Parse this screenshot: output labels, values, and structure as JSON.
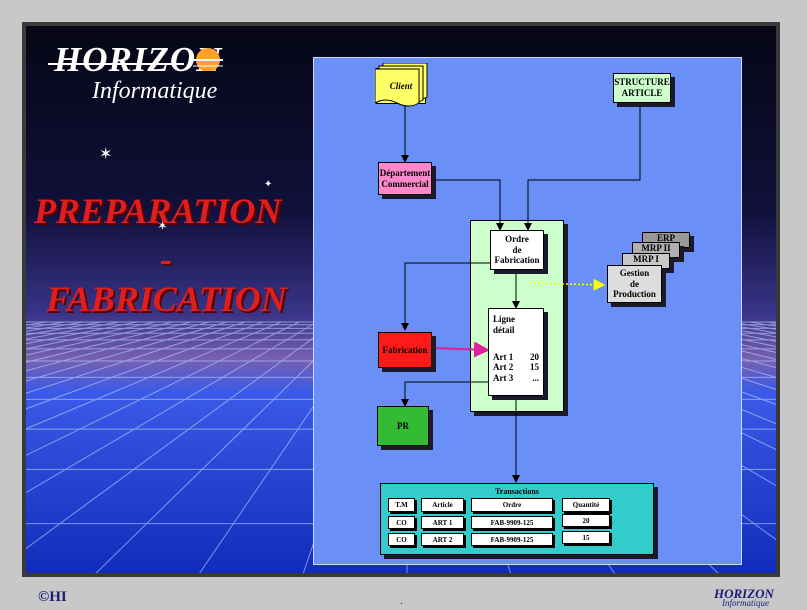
{
  "logo": {
    "name": "HORIZON",
    "sub": "Informatique"
  },
  "title": {
    "line1": "PREPARATION",
    "dash": "-",
    "line2": "FABRICATION"
  },
  "diagram": {
    "client": "Client",
    "structure": [
      "STRUCTURE",
      "ARTICLE"
    ],
    "departement": [
      "Département",
      "Commercial"
    ],
    "ordre": [
      "Ordre",
      "de",
      "Fabrication"
    ],
    "stack": {
      "erp": "ERP",
      "mrp2": "MRP II",
      "mrp1": "MRP I",
      "gestion": [
        "Gestion",
        "de",
        "Production"
      ]
    },
    "ligne": {
      "title": [
        "Ligne",
        "détail"
      ],
      "rows": [
        {
          "article": "Art 1",
          "qty": "20"
        },
        {
          "article": "Art 2",
          "qty": "15"
        },
        {
          "article": "Art 3",
          "qty": "..."
        }
      ]
    },
    "fabrication": "Fabrication",
    "pr": "PR",
    "transactions": {
      "title": "Transactions",
      "headers": [
        "T.M",
        "Article",
        "Ordre",
        "Quantité"
      ],
      "rows": [
        [
          "CO",
          "ART 1",
          "FAB-9909-125",
          "20"
        ],
        [
          "CO",
          "ART 2",
          "FAB-9909-125",
          "15"
        ]
      ]
    }
  },
  "footer": {
    "copyright": "©HI",
    "dot": ".",
    "logo": "HORIZON",
    "logo_sub": "Informatique"
  },
  "colors": {
    "client": "#ffff66",
    "structure": "#ccffcc",
    "departement": "#ff88cc",
    "fabrication": "#ff1a1a",
    "pr": "#33bb33",
    "transactions": "#33cccc",
    "ordre_panel": "#ccffcc",
    "panel": "#6a8ff7"
  }
}
